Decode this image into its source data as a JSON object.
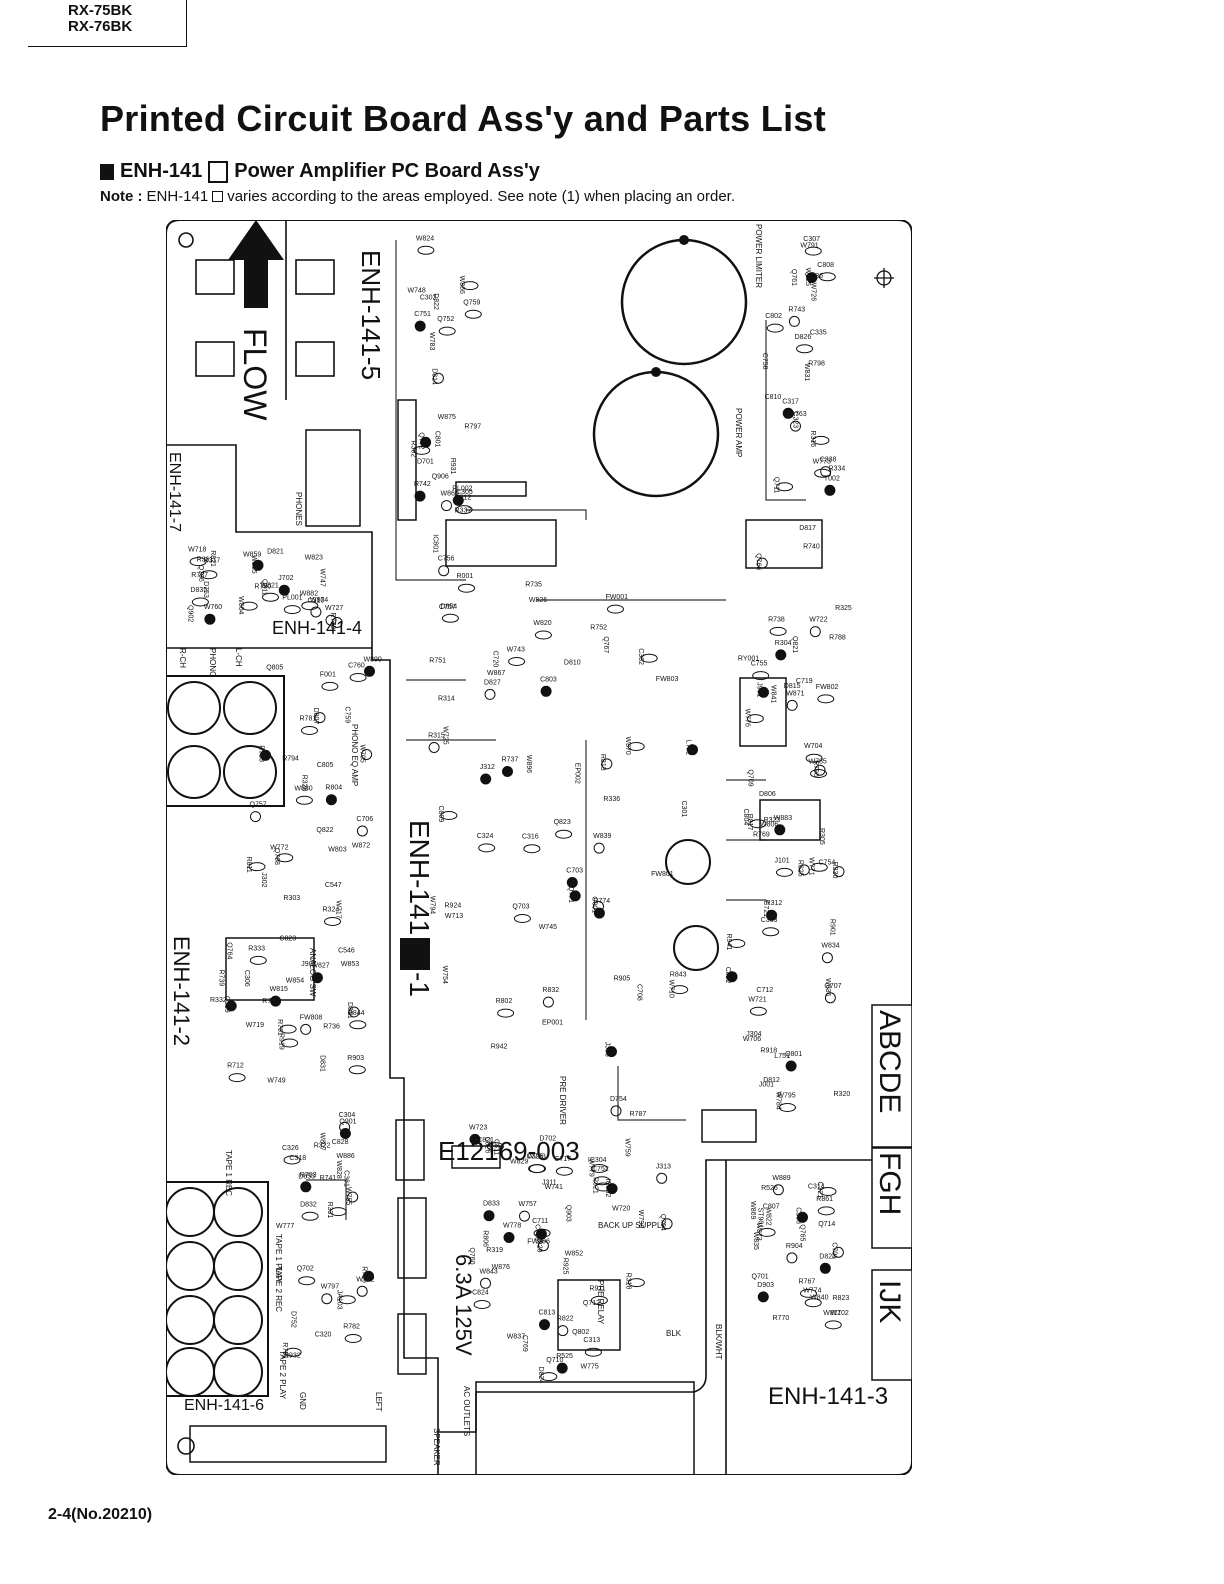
{
  "header": {
    "models": [
      "RX-75BK",
      "RX-76BK"
    ],
    "title": "Printed Circuit Board Ass'y and Parts List",
    "board_code": "ENH-141",
    "board_name": "Power Amplifier PC Board Ass'y",
    "note_label": "Note :",
    "note_code": "ENH-141",
    "note_text": "varies according to the areas employed. See note (1) when placing an order."
  },
  "board": {
    "pcb_number": "E12169-003",
    "flow_label": "FLOW",
    "grid_letters": [
      "ABCDE",
      "FGH",
      "IJK"
    ],
    "fuse_rating": "6.3A 125V",
    "section_labels": {
      "s1": "ENH-141",
      "s1_suffix": "-1",
      "s2": "ENH-141-2",
      "s3": "ENH-141-3",
      "s4": "ENH-141-4",
      "s5": "ENH-141-5",
      "s6": "ENH-141-6",
      "s7": "ENH-141-7"
    },
    "block_labels": [
      "POWER LIMITER",
      "POWER AMP",
      "PHONES",
      "PHONO EQ AMP",
      "ANALOG SW",
      "PRE DRIVER",
      "PRE RELAY",
      "BACK UP SUPPLY",
      "AC OUTLETS",
      "SPEAKER",
      "TAPE 1 REC",
      "TAPE 1 PLAY",
      "TAPE 2 REC",
      "TAPE 2 PLAY",
      "PHONO",
      "L-CH",
      "R-CH",
      "LEFT",
      "GND",
      "BLK",
      "BLK/WHT"
    ],
    "component_labels": [
      "C801",
      "C802",
      "C803",
      "C804",
      "C805",
      "R802",
      "R825",
      "W854",
      "W886",
      "W779",
      "W778",
      "W702",
      "D753",
      "Q759",
      "Q763",
      "Q767",
      "R769",
      "R781",
      "Q771",
      "W706",
      "R773",
      "R791",
      "W757",
      "W852",
      "Q765",
      "W882",
      "C751",
      "Q761",
      "R751",
      "W704",
      "W705",
      "W745",
      "L751",
      "R761",
      "R793",
      "R787",
      "C769",
      "W811",
      "W727",
      "R931",
      "W791",
      "W743",
      "J901",
      "W803",
      "R942",
      "R941",
      "FW808",
      "R932",
      "Q903",
      "R911",
      "D903",
      "W747",
      "W748",
      "W773",
      "R813",
      "D806",
      "Q805",
      "C809",
      "Q801",
      "W853",
      "W807",
      "W793",
      "W843",
      "W822",
      "W823",
      "W824",
      "W825",
      "W826",
      "D815",
      "R811",
      "R832",
      "D812",
      "D831",
      "D832",
      "D833",
      "R806",
      "C807",
      "D835",
      "D814",
      "D817",
      "D810",
      "R817",
      "R804",
      "R843",
      "W784",
      "R844",
      "W797",
      "W798",
      "W775",
      "W774",
      "W805",
      "R797",
      "R798",
      "W870",
      "W871",
      "W872",
      "W794",
      "W795",
      "W827",
      "W828",
      "W829",
      "C711",
      "C701",
      "R727",
      "D701",
      "Q711",
      "R737",
      "C719",
      "C759",
      "Q703",
      "Q707",
      "R739",
      "R741",
      "C717",
      "C705",
      "Q701",
      "R790",
      "W866",
      "R743",
      "R735",
      "Q709",
      "C760",
      "C703",
      "C721",
      "R736",
      "Q702",
      "Q704",
      "Q710",
      "Q714",
      "Q706",
      "R742",
      "R740",
      "C720",
      "R738",
      "C706",
      "C708",
      "C712",
      "R712",
      "R726",
      "D702",
      "Q712",
      "W873",
      "W874",
      "W875",
      "W831",
      "D854",
      "W883",
      "W717",
      "EP001",
      "J101",
      "D851",
      "D853",
      "C821",
      "D824",
      "D823",
      "D821",
      "D822",
      "D826",
      "D827",
      "Q821",
      "Q822",
      "Q823",
      "C822",
      "C823",
      "C828",
      "C826",
      "R822",
      "R823",
      "R821",
      "R001",
      "T002",
      "EP002",
      "RY001",
      "F001",
      "C001",
      "J001",
      "J907",
      "JA103",
      "W723",
      "W876",
      "W869",
      "W821",
      "C756",
      "C758",
      "C757",
      "C755",
      "R923",
      "R924",
      "R918",
      "R919",
      "W742",
      "W741",
      "R925",
      "R861",
      "J702",
      "IC801",
      "C810",
      "W820",
      "R796",
      "W772",
      "W713",
      "W771",
      "W815",
      "W777",
      "W759",
      "C824",
      "R904",
      "Q902",
      "Q906",
      "C808",
      "L752",
      "R788",
      "R794",
      "W710",
      "W834",
      "W749",
      "D752",
      "C752",
      "C813",
      "W835",
      "W859",
      "Q752",
      "Q766",
      "R752",
      "W806",
      "Q768",
      "R774",
      "C754",
      "Q764",
      "R782",
      "D754",
      "Q760",
      "R770",
      "W718",
      "Q772",
      "W836",
      "W867",
      "W776",
      "Q757",
      "R905",
      "R901",
      "R903",
      "Q901",
      "C811",
      "Q802",
      "R767",
      "R779",
      "C302",
      "C335",
      "C362",
      "R304",
      "R303",
      "C301",
      "C303",
      "C304",
      "C361",
      "J311",
      "C313",
      "C336",
      "C310",
      "C305",
      "R316",
      "R315",
      "R325",
      "R326",
      "C316",
      "R312",
      "C306",
      "C318",
      "C325",
      "C329",
      "C314",
      "R361",
      "R362",
      "C317",
      "R314",
      "R305",
      "W880",
      "W839",
      "W836",
      "W719",
      "C326",
      "IC302",
      "W837",
      "W840",
      "W804",
      "W860",
      "R334",
      "W896",
      "W785",
      "W890",
      "W754",
      "R320",
      "R333",
      "W755",
      "W720",
      "R319",
      "C321",
      "W760",
      "R337",
      "C323",
      "FW001",
      "W722",
      "J302",
      "R336",
      "W721",
      "C319",
      "C320",
      "IC304",
      "R318",
      "W889",
      "R317",
      "W783",
      "C307",
      "J312",
      "W841",
      "C547",
      "C324",
      "R330",
      "C546",
      "R322",
      "R321",
      "R525",
      "R526",
      "Q311",
      "Q312",
      "C338",
      "W725",
      "R323",
      "R324",
      "J303",
      "J304",
      "R332",
      "R331",
      "J313",
      "FW806",
      "ST901",
      "PL001",
      "PL002",
      "W726",
      "FW803",
      "FW802",
      "D807",
      "FW801"
    ]
  },
  "footer": {
    "page": "2-4",
    "doc_number": "(No.20210)"
  }
}
